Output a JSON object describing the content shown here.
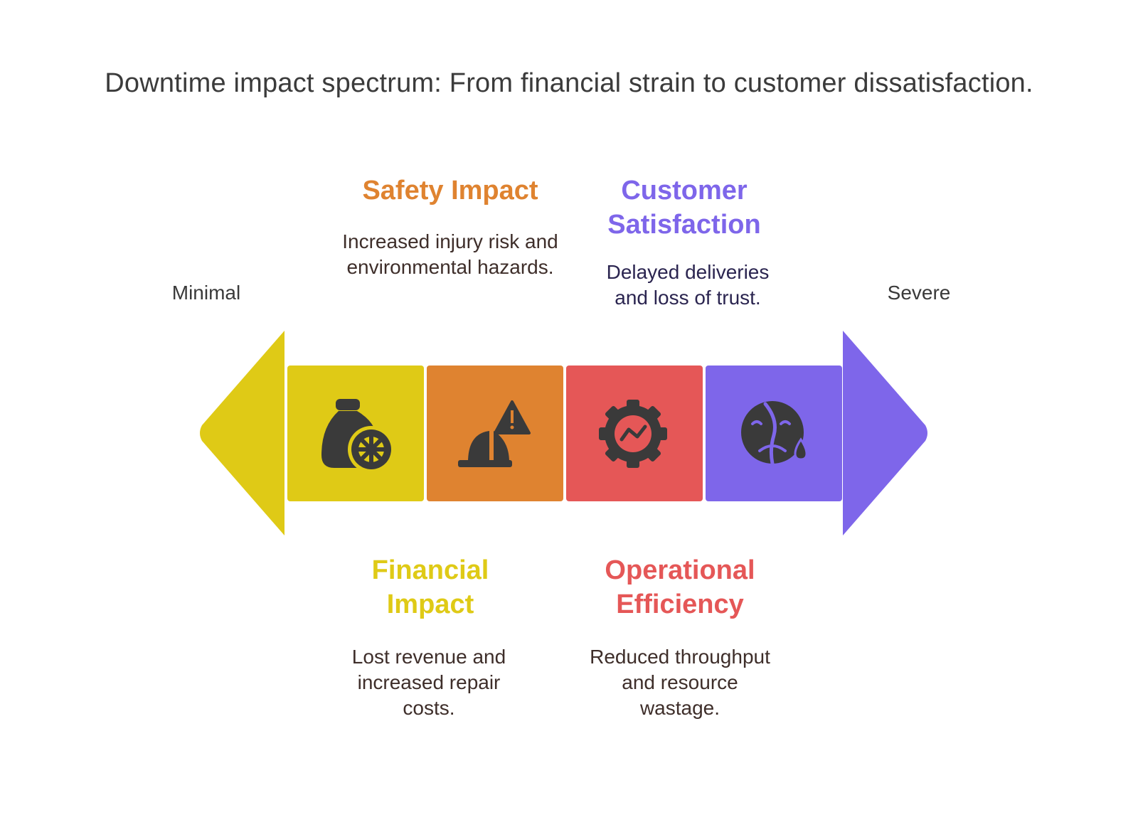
{
  "title": "Downtime impact spectrum: From financial strain to customer dissatisfaction.",
  "spectrum": {
    "left_label": "Minimal",
    "right_label": "Severe"
  },
  "colors": {
    "financial": "#DFCA16",
    "safety": "#DF8330",
    "operational": "#E55757",
    "customer": "#7E66EA",
    "icon": "#3A3A3A"
  },
  "items": [
    {
      "key": "financial",
      "title": "Financial Impact",
      "description": "Lost revenue and increased repair costs.",
      "icon": "money-bag-coin-icon"
    },
    {
      "key": "safety",
      "title": "Safety Impact",
      "description": "Increased injury risk and environmental hazards.",
      "icon": "hard-hat-warning-icon"
    },
    {
      "key": "operational",
      "title": "Operational Efficiency",
      "description": "Reduced throughput and resource wastage.",
      "icon": "gear-chart-icon"
    },
    {
      "key": "customer",
      "title": "Customer Satisfaction",
      "description": "Delayed deliveries and loss of trust.",
      "icon": "sad-face-icon"
    }
  ]
}
